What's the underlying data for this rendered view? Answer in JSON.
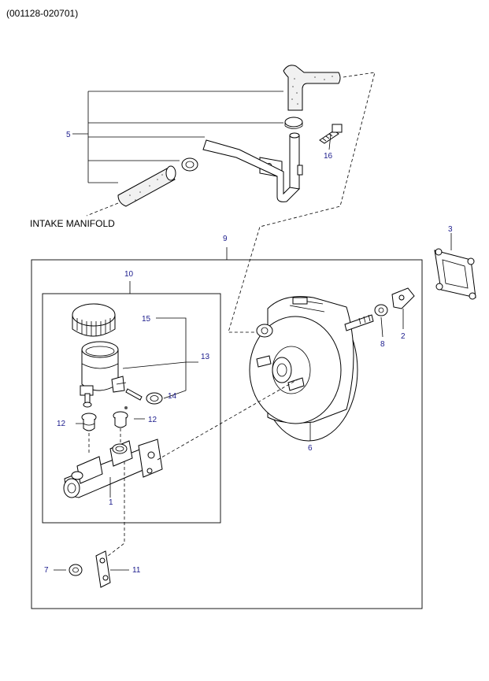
{
  "header": {
    "code": "(001128-020701)"
  },
  "labels": {
    "intake_manifold": "INTAKE MANIFOLD"
  },
  "callouts": {
    "c1": "1",
    "c2": "2",
    "c3": "3",
    "c5": "5",
    "c6": "6",
    "c7": "7",
    "c8": "8",
    "c9": "9",
    "c10": "10",
    "c11": "11",
    "c12a": "12",
    "c12b": "12",
    "c13": "13",
    "c14": "14",
    "c15": "15",
    "c16": "16"
  },
  "colors": {
    "callout_text": "#1c1c8c",
    "line": "#000000",
    "background": "#ffffff"
  }
}
